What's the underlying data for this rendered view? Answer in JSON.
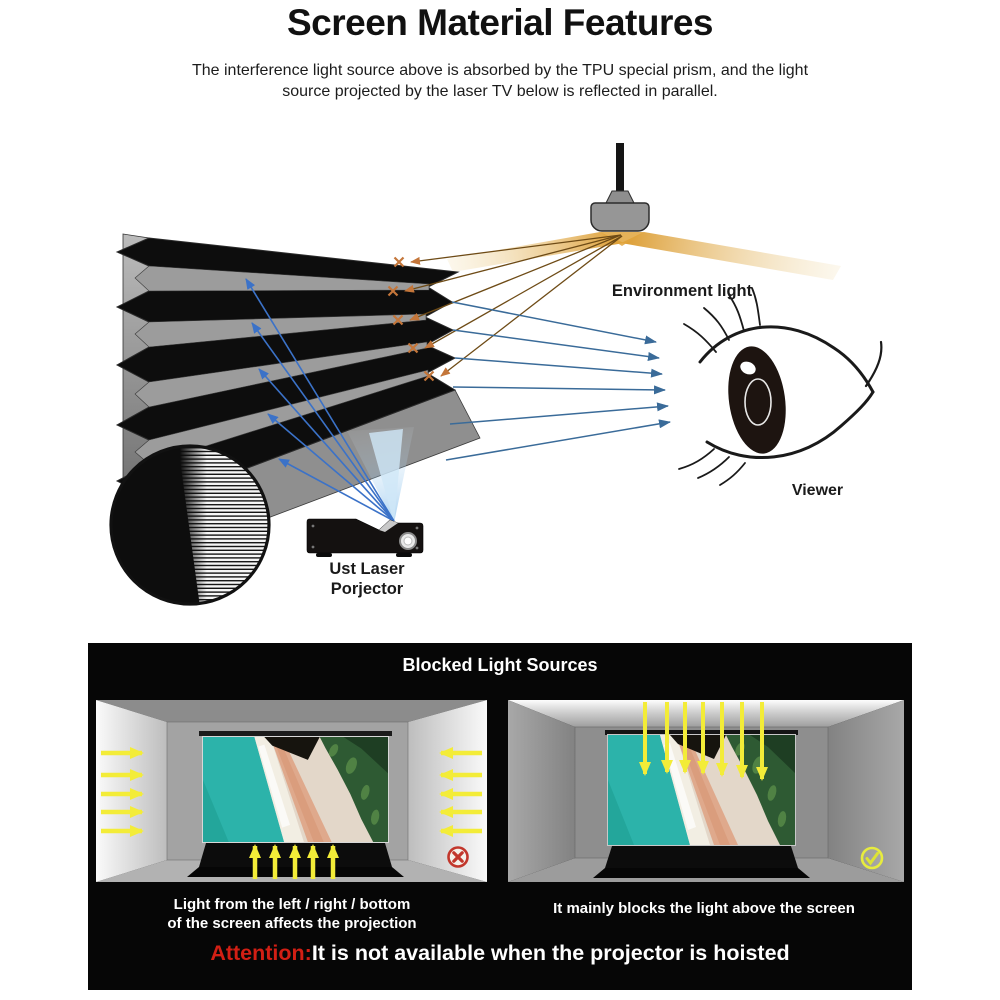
{
  "title": "Screen Material Features",
  "subtitle": {
    "line1": "The interference light source above is absorbed by the TPU special prism, and the light",
    "line2": "source projected by the laser TV below is reflected in parallel."
  },
  "diagram": {
    "environment_light_label": "Environment light",
    "viewer_label": "Viewer",
    "projector_label": {
      "line1": "Ust Laser",
      "line2": "Porjector"
    },
    "colors": {
      "environment_ray": "#6e4b16",
      "light_fan_orange": "#d89018",
      "absorbed_x_mark": "#c4763a",
      "projector_ray_blue": "#3b72c8",
      "reflected_ray_blue": "#3a6b99",
      "prism_gray": "#9c9c9c",
      "prism_black": "#0d0d0d"
    }
  },
  "blocked_panel": {
    "title": "Blocked Light Sources",
    "left_room": {
      "caption_line1": "Light from the left / right / bottom",
      "caption_line2": "of the screen affects the projection",
      "status": "not-ok"
    },
    "right_room": {
      "caption": "It mainly blocks the light above the screen",
      "status": "ok"
    },
    "attention": {
      "label": "Attention:",
      "text": "It is not available when the projector is hoisted"
    },
    "colors": {
      "panel_bg": "#060606",
      "arrow_yellow": "#f3ec38",
      "cross_red": "#c2372c",
      "check_yellow": "#e7ec3e",
      "attention_red": "#d21f14"
    }
  }
}
